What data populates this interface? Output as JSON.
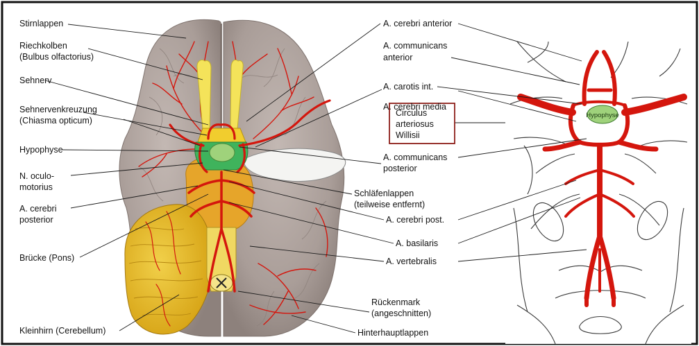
{
  "colors": {
    "artery": "#d4160d",
    "brain_gray": "#a79b96",
    "cerebellum": "#e3b923",
    "pons": "#e6a72a",
    "olfactory": "#f2e25c",
    "hypophysis": "#9fd27b",
    "chiasm_green": "#3fb35c",
    "callout_border": "#8c1d18",
    "frame": "#111111"
  },
  "left_labels": {
    "stirnlappen": "Stirnlappen",
    "riechkolben_1": "Riechkolben",
    "riechkolben_2": "(Bulbus olfactorius)",
    "sehnerv": "Sehnerv",
    "chiasma_1": "Sehnervenkreuzung",
    "chiasma_2": "(Chiasma opticum)",
    "hypophyse": "Hypophyse",
    "oculomotorius_1": "N. oculo-",
    "oculomotorius_2": "motorius",
    "cerebri_post_1": "A. cerebri",
    "cerebri_post_2": "posterior",
    "bruecke": "Brücke (Pons)",
    "kleinhirn": "Kleinhirn (Cerebellum)"
  },
  "right_labels": {
    "cerebri_anterior": "A. cerebri anterior",
    "communicans_ant_1": "A. communicans",
    "communicans_ant_2": "anterior",
    "carotis": "A. carotis int.",
    "cerebri_media": "A. cerebri media",
    "communicans_post_1": "A. communicans",
    "communicans_post_2": "posterior",
    "schlaefen_1": "Schläfenlappen",
    "schlaefen_2": "(teilweise entfernt)",
    "cerebri_post_short": "A. cerebri post.",
    "basilaris": "A. basilaris",
    "vertebralis": "A. vertebralis",
    "rueckenmark_1": "Rückenmark",
    "rueckenmark_2": "(angeschnitten)",
    "hinterhaupt": "Hinterhauptlappen"
  },
  "callout": {
    "line1": "Circulus",
    "line2": "arteriosus",
    "line3": "Willisii"
  },
  "inset": {
    "hypophyse_label": "Hypophyse"
  }
}
